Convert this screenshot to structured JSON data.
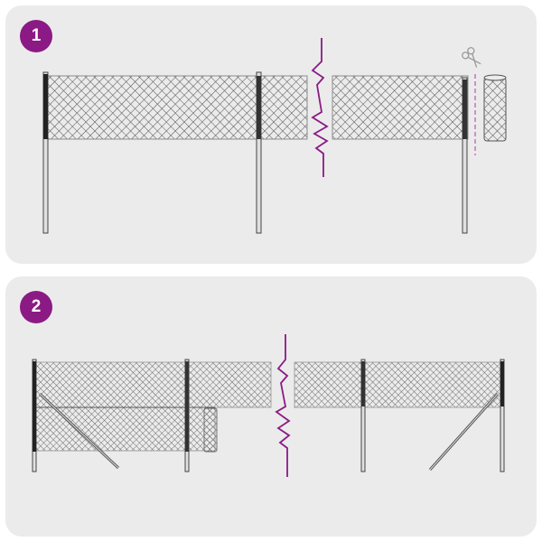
{
  "colors": {
    "accent": "#8b1a84",
    "panel_bg": "#ebebeb",
    "mesh": "#555555",
    "post": "#444444",
    "cut_line": "#c77bc2"
  },
  "steps": [
    {
      "number": "1",
      "description_icons": [
        "fence-mesh",
        "fence-post",
        "break-mark",
        "scissors-icon",
        "cut-line",
        "mesh-roll"
      ]
    },
    {
      "number": "2",
      "description_icons": [
        "fence-mesh",
        "fence-post",
        "brace-strut",
        "break-mark",
        "mesh-roll"
      ]
    }
  ]
}
